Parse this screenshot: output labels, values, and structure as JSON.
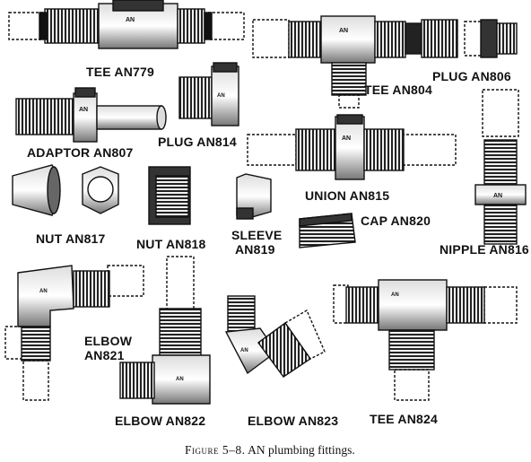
{
  "figure": {
    "caption_label": "Figure 5–8.",
    "caption_text": "AN plumbing fittings."
  },
  "labels": {
    "tee_an779": "TEE AN779",
    "tee_an804": "TEE AN804",
    "plug_an806": "PLUG AN806",
    "adaptor_an807": "ADAPTOR AN807",
    "plug_an814": "PLUG AN814",
    "union_an815": "UNION AN815",
    "nut_an817": "NUT AN817",
    "nut_an818": "NUT AN818",
    "sleeve": "SLEEVE",
    "an819": "AN819",
    "cap_an820": "CAP AN820",
    "nipple_an816": "NIPPLE AN816",
    "elbow": "ELBOW",
    "an821": "AN821",
    "elbow_an822": "ELBOW AN822",
    "elbow_an823": "ELBOW AN823",
    "tee_an824": "TEE AN824"
  },
  "stamps": {
    "an": "AN"
  }
}
